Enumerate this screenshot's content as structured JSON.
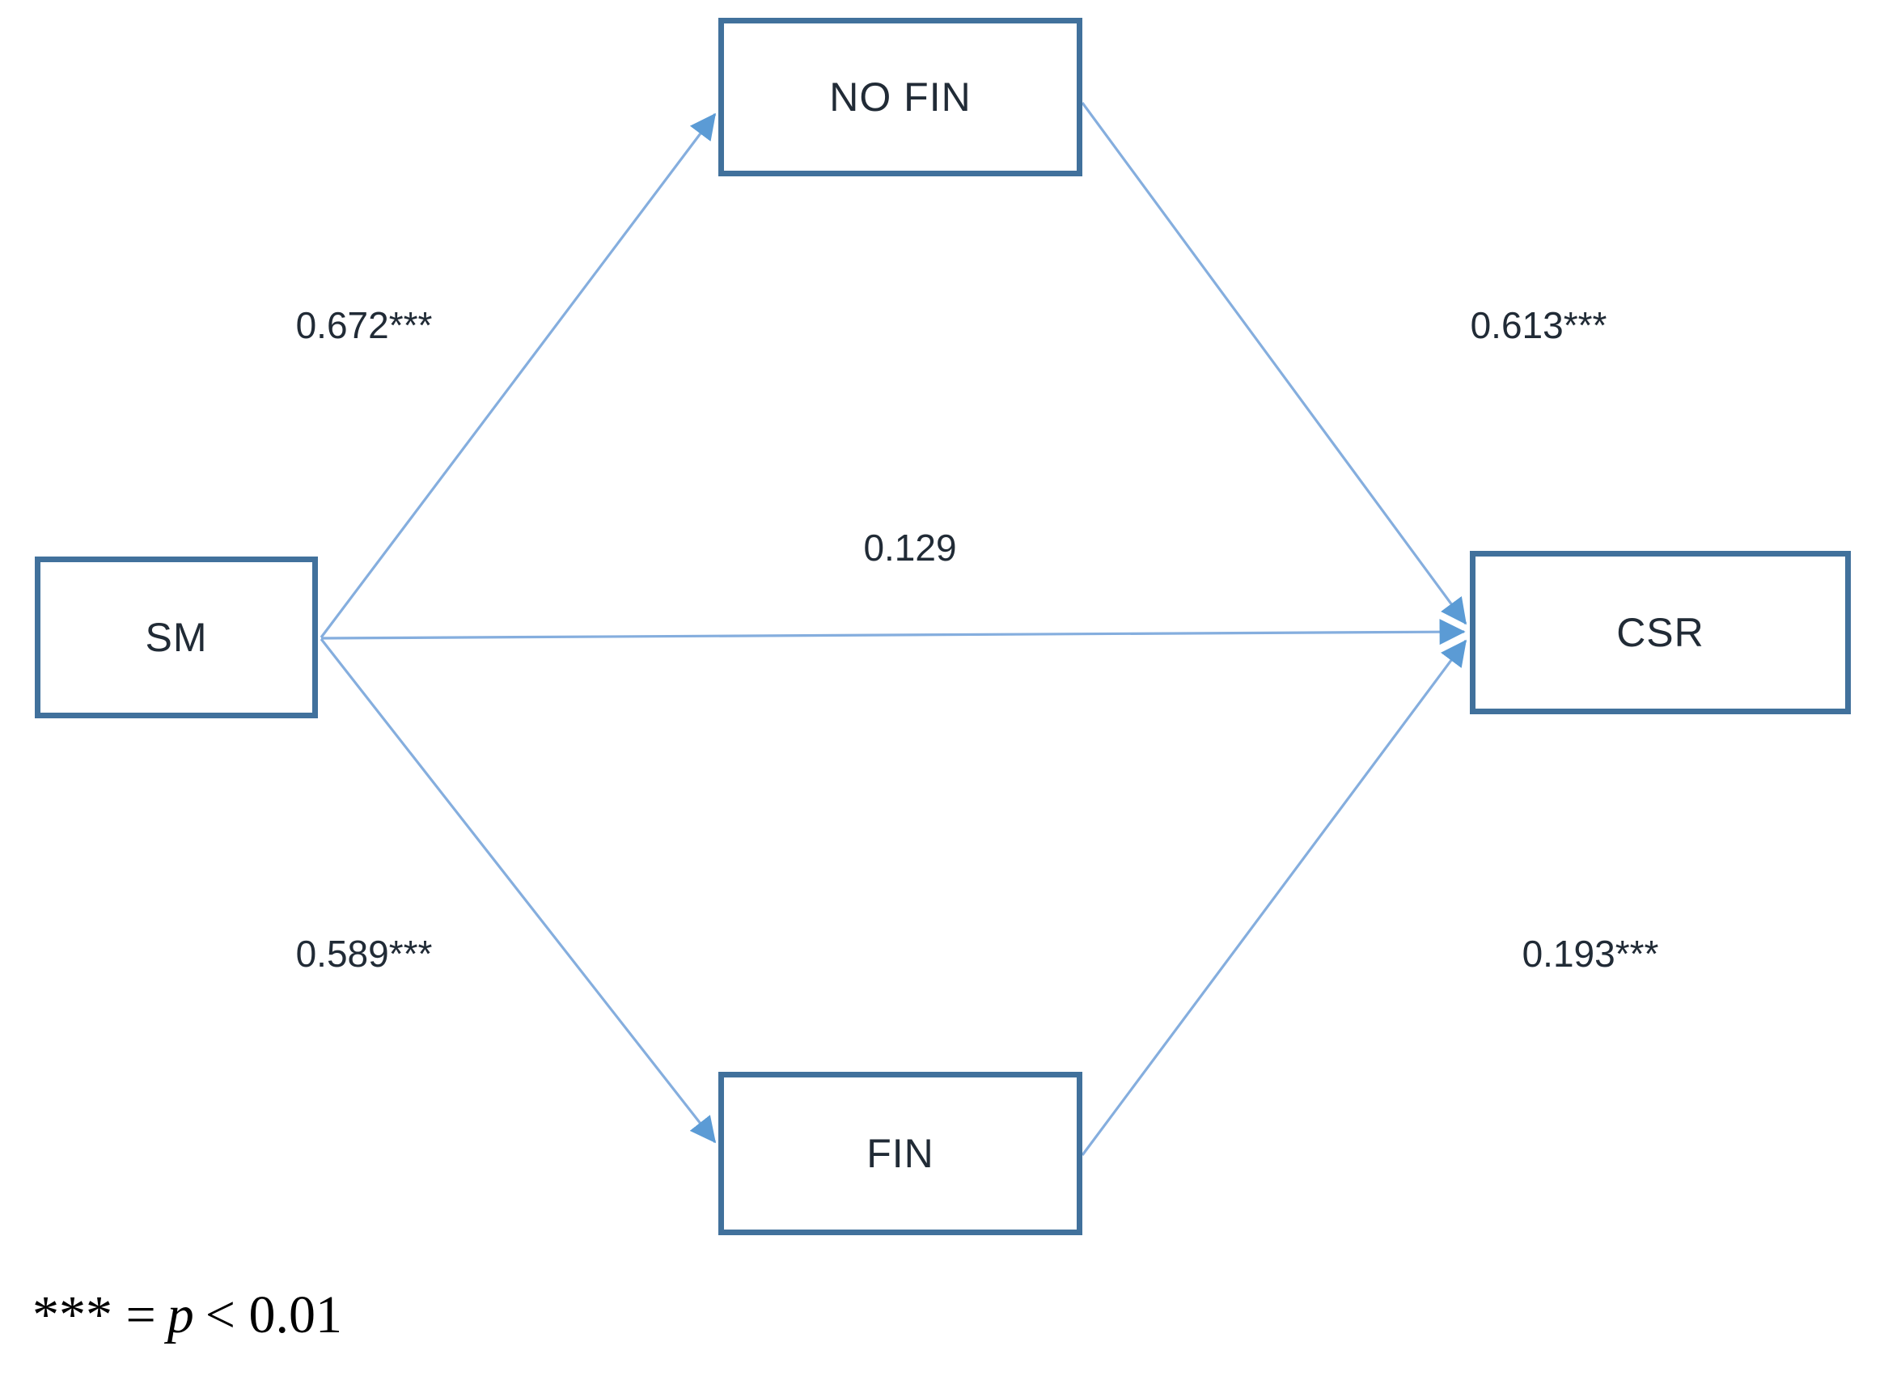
{
  "diagram": {
    "type": "path-model",
    "nodes": [
      {
        "id": "sm",
        "label": "SM"
      },
      {
        "id": "nofin",
        "label": "NO FIN"
      },
      {
        "id": "fin",
        "label": "FIN"
      },
      {
        "id": "csr",
        "label": "CSR"
      }
    ],
    "edges": [
      {
        "from": "SM",
        "to": "NO FIN",
        "coefficient": "0.672***"
      },
      {
        "from": "NO FIN",
        "to": "CSR",
        "coefficient": "0.613***"
      },
      {
        "from": "SM",
        "to": "CSR",
        "coefficient": "0.129"
      },
      {
        "from": "SM",
        "to": "FIN",
        "coefficient": "0.589***"
      },
      {
        "from": "FIN",
        "to": "CSR",
        "coefficient": "0.193***"
      }
    ],
    "note": {
      "prefix": "*** =",
      "p_symbol": "p",
      "suffix": "< 0.01"
    },
    "colors": {
      "box_border": "#41719C",
      "edge_line": "#85AEDE",
      "arrowhead": "#5B9BD5",
      "label_text": "#212B36",
      "note_text": "#000000",
      "background": "#FFFFFF"
    }
  }
}
